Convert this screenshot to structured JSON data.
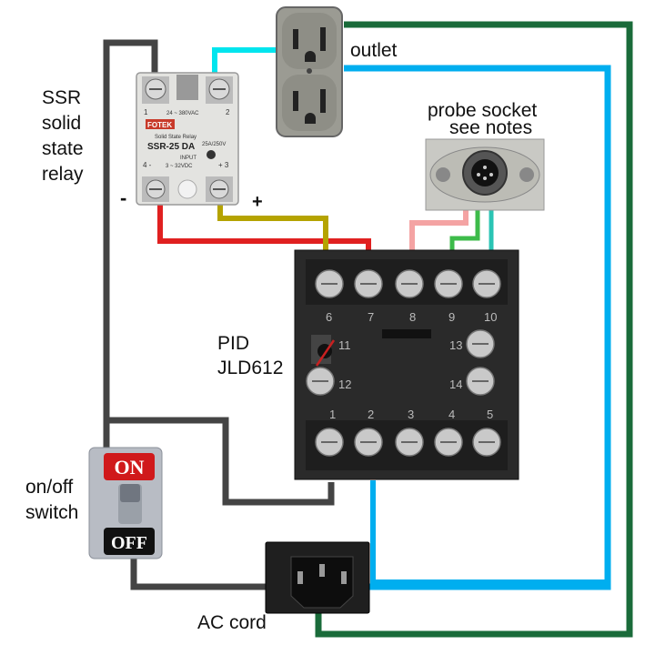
{
  "labels": {
    "outlet": "outlet",
    "ssr_line1": "SSR",
    "ssr_line2": "solid",
    "ssr_line3": "state",
    "ssr_line4": "relay",
    "probe_line1": "probe socket",
    "probe_line2": "see notes",
    "pid_line1": "PID",
    "pid_line2": "JLD612",
    "switch_line1": "on/off",
    "switch_line2": "switch",
    "ac_cord": "AC cord",
    "minus": "-",
    "plus": "+"
  },
  "ssr": {
    "brand": "FOTEK",
    "subtitle": "Solid State Relay",
    "model": "SSR-25 DA",
    "rating": "25A/250V",
    "input_label": "INPUT",
    "ac_range": "24 ~ 380VAC",
    "dc_range": "3 ~ 32VDC",
    "term1": "1",
    "term2": "2",
    "term3": "+ 3",
    "term4": "4 -"
  },
  "switch": {
    "on": "ON",
    "off": "OFF"
  },
  "pid": {
    "top_terminals": [
      "6",
      "7",
      "8",
      "9",
      "10"
    ],
    "bottom_terminals": [
      "1",
      "2",
      "3",
      "4",
      "5"
    ],
    "left_terminals": [
      "11",
      "12"
    ],
    "right_terminals": [
      "13",
      "14"
    ]
  },
  "wire_colors": {
    "dark_gray": "#444444",
    "cyan": "#00e5ee",
    "blue": "#00aeef",
    "green": "#1a6b3a",
    "red": "#e02020",
    "olive": "#b5a300",
    "pink": "#f4a3a3",
    "light_green": "#3dbb4a",
    "teal": "#2bc4b4"
  }
}
